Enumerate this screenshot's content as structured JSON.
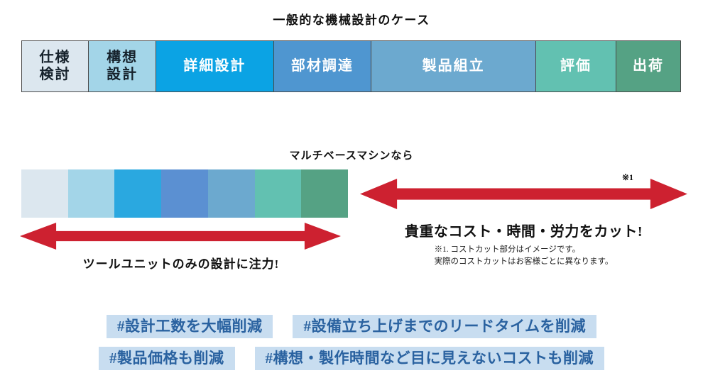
{
  "colors": {
    "arrow_red": "#cd2130",
    "badge_bg": "#c8ddf0",
    "badge_text": "#2a62a0",
    "bar_border": "#4a4a4a"
  },
  "top_section": {
    "title": "一般的な機械設計のケース",
    "stages": [
      {
        "label": "仕様\n検討",
        "color": "#dce7ef",
        "text_color": "#16222c",
        "flex": 94
      },
      {
        "label": "構想\n設計",
        "color": "#a3d5e8",
        "text_color": "#16222c",
        "flex": 95
      },
      {
        "label": "詳細設計",
        "color": "#0ba3e4",
        "text_color": "#ffffff",
        "flex": 166
      },
      {
        "label": "部材調達",
        "color": "#4f96d0",
        "text_color": "#ffffff",
        "flex": 138
      },
      {
        "label": "製品組立",
        "color": "#6ca9cf",
        "text_color": "#ffffff",
        "flex": 233
      },
      {
        "label": "評価",
        "color": "#62c1b1",
        "text_color": "#ffffff",
        "flex": 113
      },
      {
        "label": "出荷",
        "color": "#55a284",
        "text_color": "#ffffff",
        "flex": 91
      }
    ]
  },
  "multibase_section": {
    "title": "マルチベースマシンなら",
    "segments": [
      "#dce7ef",
      "#a3d5e8",
      "#2aa8e0",
      "#5b90d2",
      "#6ca9cf",
      "#62c1b1",
      "#55a284"
    ],
    "focus_label": "ツールユニットのみの設計に注力!",
    "cut_note_ref": "※1",
    "cut_label": "貴重なコスト・時間・労力をカット!",
    "disclaimer_lines": [
      "※1. コストカット部分はイメージです。",
      "実際のコストカットはお客様ごとに異なります。"
    ]
  },
  "hashtags": {
    "rows": [
      [
        "#設計工数を大幅削減",
        "#設備立ち上げまでのリードタイムを削減"
      ],
      [
        "#製品価格も削減",
        "#構想・製作時間など目に見えないコストも削減"
      ]
    ]
  }
}
